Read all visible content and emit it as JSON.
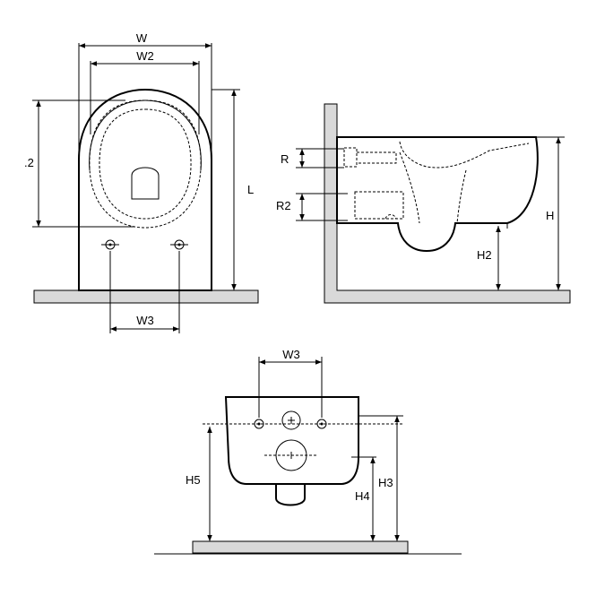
{
  "diagram": {
    "front_view": {
      "labels": {
        "w": "W",
        "w2": "W2",
        "l": "L",
        "l2": ".2",
        "w3": "W3"
      }
    },
    "side_view": {
      "labels": {
        "r": "R",
        "r2": "R2",
        "h": "H",
        "h2": "H2"
      }
    },
    "rear_view": {
      "labels": {
        "w3": "W3",
        "h3": "H3",
        "h4": "H4",
        "h5": "H5"
      }
    }
  }
}
